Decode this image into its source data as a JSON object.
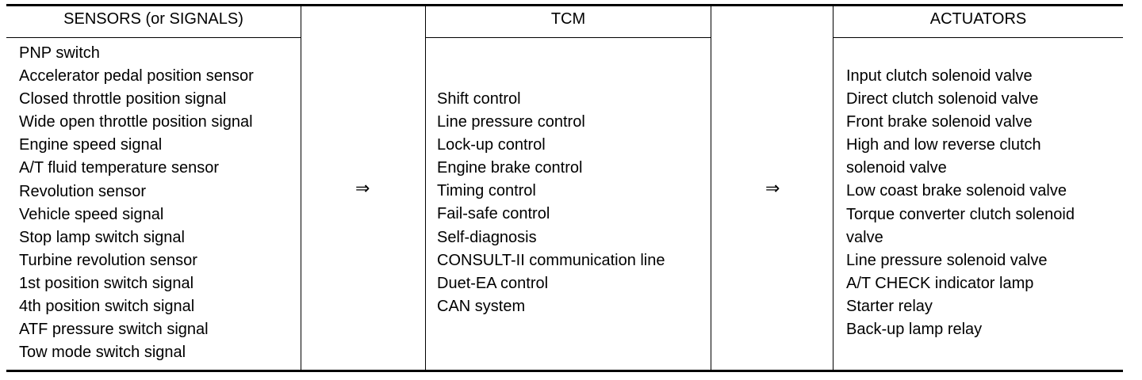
{
  "table": {
    "headers": [
      "SENSORS (or SIGNALS)",
      "TCM",
      "ACTUATORS"
    ],
    "arrow": "⇒",
    "sensors": [
      "PNP switch",
      "Accelerator pedal position sensor",
      "Closed throttle position signal",
      "Wide open throttle position signal",
      "Engine speed signal",
      "A/T fluid temperature sensor",
      "Revolution sensor",
      "Vehicle speed signal",
      "Stop lamp switch signal",
      "Turbine revolution sensor",
      "1st position switch signal",
      "4th position switch signal",
      "ATF pressure switch signal",
      "Tow mode switch signal"
    ],
    "tcm": [
      "Shift control",
      "Line pressure control",
      "Lock-up control",
      "Engine brake control",
      "Timing control",
      "Fail-safe control",
      "Self-diagnosis",
      "CONSULT-II communication line",
      "Duet-EA control",
      "CAN system"
    ],
    "actuators": [
      "Input clutch solenoid valve",
      "Direct clutch solenoid valve",
      "Front brake solenoid valve",
      "High and low reverse clutch",
      "solenoid valve",
      "Low coast brake solenoid valve",
      "Torque converter clutch solenoid",
      "valve",
      "Line pressure solenoid valve",
      "A/T CHECK indicator lamp",
      "Starter relay",
      "Back-up lamp relay"
    ]
  }
}
